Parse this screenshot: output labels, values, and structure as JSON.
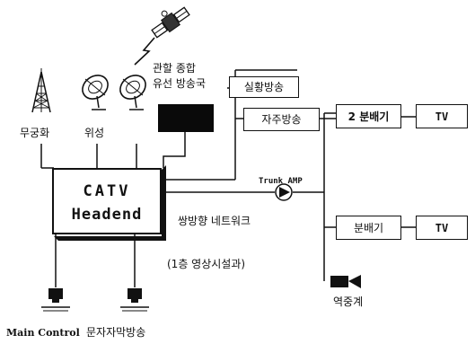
{
  "nodes": {
    "tower_label": "무궁화",
    "dish_label": "위성",
    "station_line1": "관할 종합",
    "station_line2": "유선 방송국",
    "live_box": "실황방송",
    "own_box": "자주방송",
    "splitter1": "2 분배기",
    "splitter2": "분배기",
    "tv1": "TV",
    "tv2": "TV",
    "headend_line1": "CATV",
    "headend_line2": "Headend",
    "trunk_amp": "Trunk AMP",
    "network": "쌍방향 네트워크",
    "facility": "(1층 영상시설과)",
    "relay": "역중계",
    "main_control": "Main Control",
    "caption": "문자자막방송"
  }
}
